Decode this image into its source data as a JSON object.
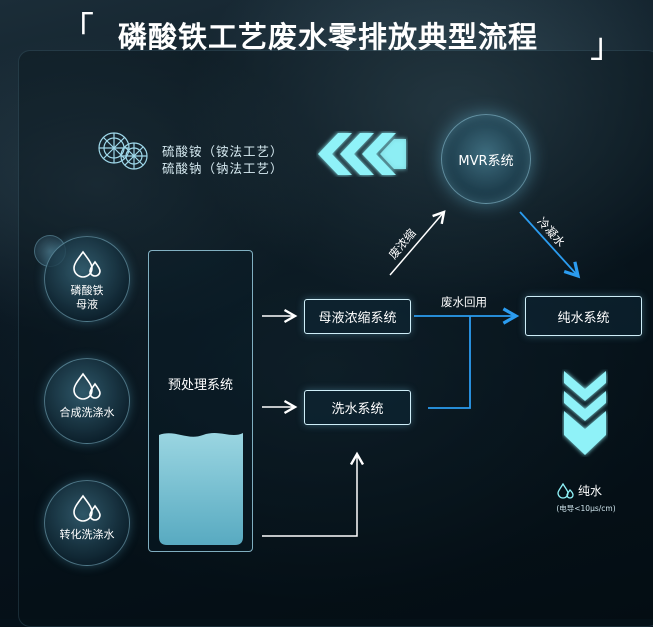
{
  "header": {
    "title": "磷酸铁工艺废水零排放典型流程",
    "bracket_open": "「",
    "bracket_close": "」"
  },
  "legend": {
    "lines": [
      "硫酸铵（铵法工艺）",
      "硫酸钠（钠法工艺）"
    ],
    "icon": "crystal-gear-icon"
  },
  "mvr": {
    "label": "MVR系统"
  },
  "sources": [
    {
      "label_lines": [
        "磷酸铁",
        "母液"
      ],
      "icon": "water-drops-icon"
    },
    {
      "label_lines": [
        "合成洗涤水"
      ],
      "icon": "water-drops-icon"
    },
    {
      "label_lines": [
        "转化洗涤水"
      ],
      "icon": "water-drops-icon"
    }
  ],
  "pretreatment": {
    "label": "预处理系统"
  },
  "systems": {
    "mother_liquor": "母液浓缩系统",
    "washing": "洗水系统",
    "pure_water": "纯水系统"
  },
  "flow_labels": {
    "concentrate": "废浓缩",
    "condensate": "冷凝水",
    "reuse": "废水回用"
  },
  "output": {
    "label": "纯水",
    "note": "(电导<10μs/cm)"
  },
  "colors": {
    "accent": "#7fe8f5",
    "flow_blue": "#1e8fe6",
    "chevron": "#8ff2f8"
  }
}
